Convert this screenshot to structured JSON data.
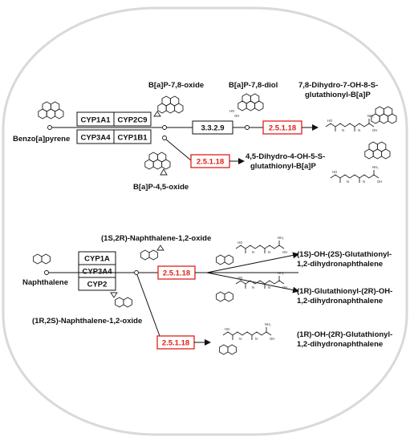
{
  "colors": {
    "accent_red": "#e0201b",
    "frame": "#d9d9d9",
    "line": "#111111"
  },
  "top": {
    "substrate": "Benzo[a]pyrene",
    "enzymes": [
      "CYP1A1",
      "CYP2C9",
      "CYP3A4",
      "CYP1B1"
    ],
    "epoxide_78": "B[a]P-7,8-oxide",
    "epoxide_45": "B[a]P-4,5-oxide",
    "ec_hydrolase": "3.3.2.9",
    "diol": "B[a]P-7,8-diol",
    "ec_gst_1": "2.5.1.18",
    "ec_gst_2": "2.5.1.18",
    "product_1_line1": "7,8-Dihydro-7-OH-8-S-",
    "product_1_line2": "glutathionyl-B[a]P",
    "product_2_line1": "4,5-Dihydro-4-OH-5-S-",
    "product_2_line2": "glutathionyl-B[a]P"
  },
  "bottom": {
    "substrate": "Naphthalene",
    "enzymes": [
      "CYP1A",
      "CYP3A4",
      "CYP2"
    ],
    "epoxide_1s2r": "(1S,2R)-Naphthalene-1,2-oxide",
    "epoxide_1r2s": "(1R,2S)-Naphthalene-1,2-oxide",
    "ec_gst_1": "2.5.1.18",
    "ec_gst_2": "2.5.1.18",
    "product_1_line1": "(1S)-OH-(2S)-Glutathionyl-",
    "product_1_line2": "1,2-dihydronaphthalene",
    "product_2_line1": "(1R)-Glutathionyl-(2R)-OH-",
    "product_2_line2": "1,2-dihydronaphthalene",
    "product_3_line1": "(1R)-OH-(2R)-Glutathionyl-",
    "product_3_line2": "1,2-dihydronaphthalene"
  }
}
